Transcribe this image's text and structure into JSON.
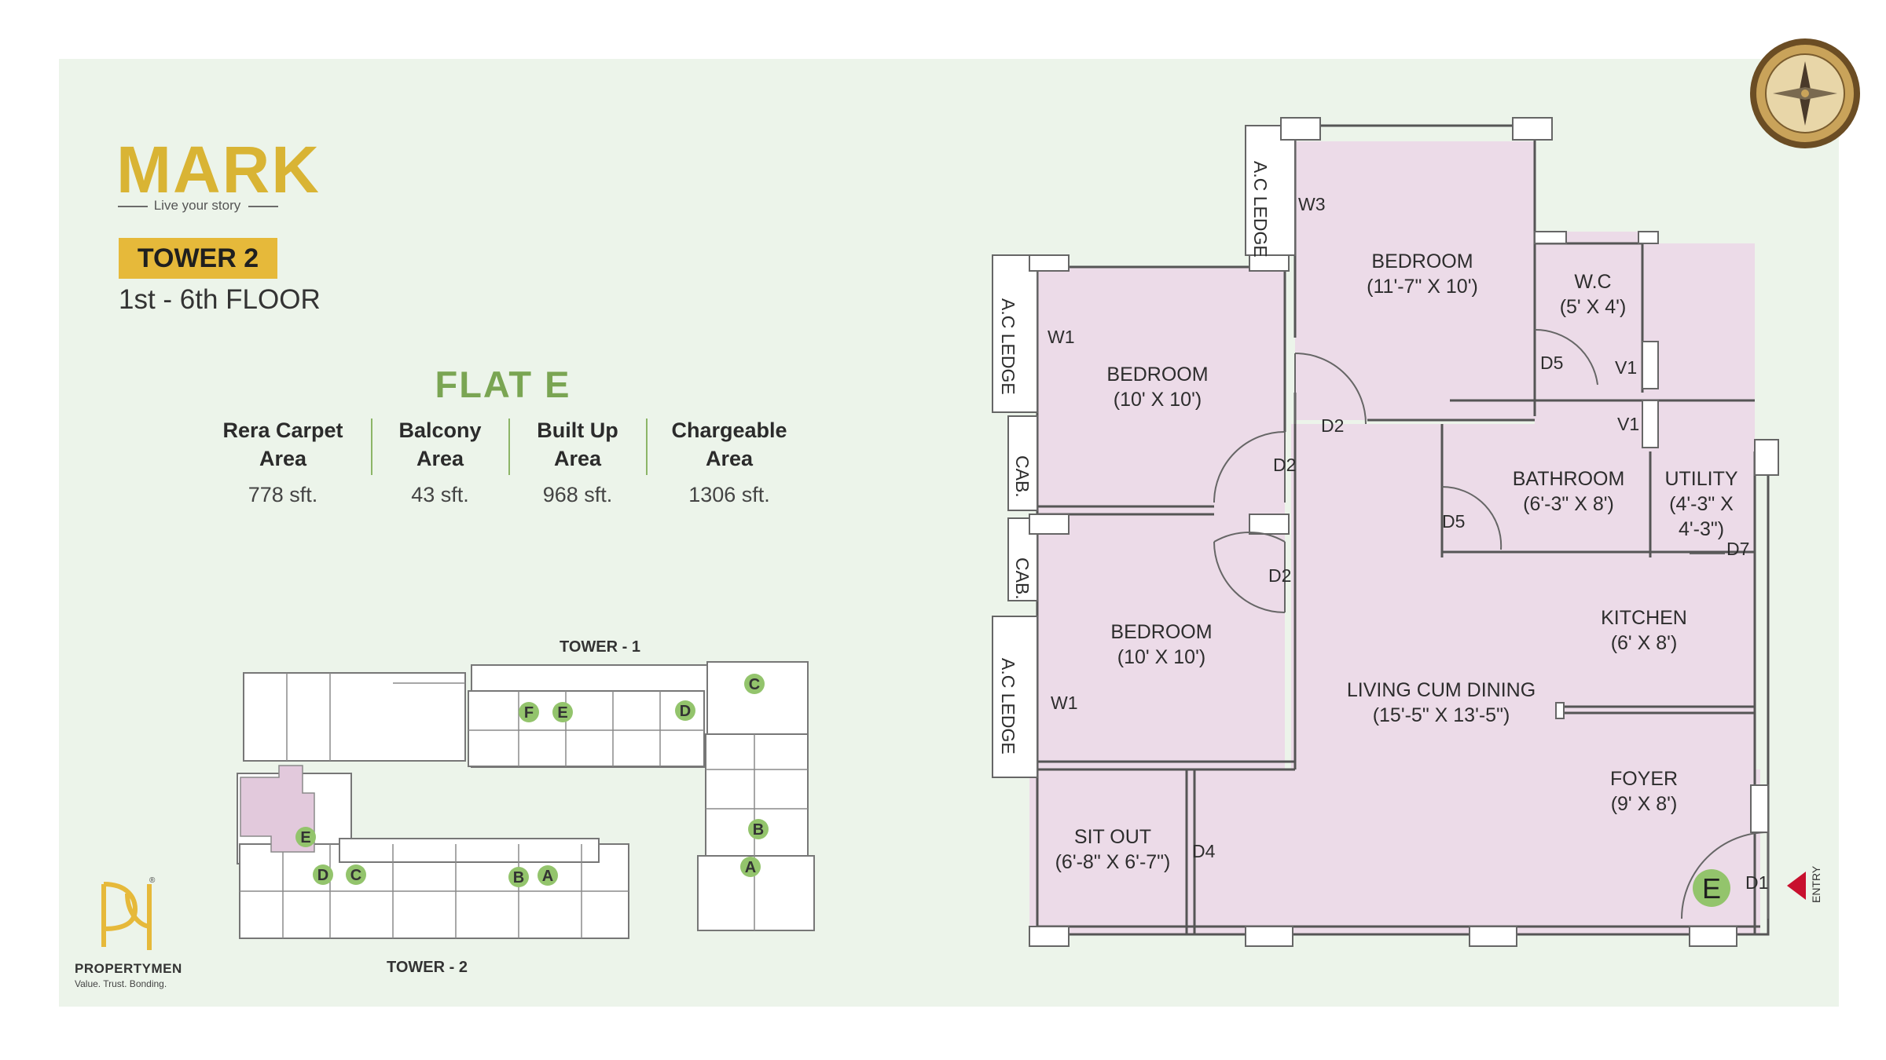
{
  "brand": {
    "logo_text": "MARK",
    "tagline": "Live your story",
    "tower": "TOWER 2",
    "floors": "1st - 6th FLOOR"
  },
  "flat": {
    "title": "FLAT E",
    "areas": [
      {
        "label": "Rera Carpet Area",
        "value": "778 sft."
      },
      {
        "label": "Balcony Area",
        "value": "43 sft."
      },
      {
        "label": "Built Up Area",
        "value": "968 sft."
      },
      {
        "label": "Chargeable Area",
        "value": "1306 sft."
      }
    ]
  },
  "key_plan": {
    "tower1_label": "TOWER - 1",
    "tower2_label": "TOWER - 2",
    "markers": [
      "C",
      "F",
      "E",
      "D",
      "B",
      "A",
      "E",
      "D",
      "C",
      "B",
      "A"
    ]
  },
  "floor_plan": {
    "rooms": [
      {
        "name": "BEDROOM",
        "size": "(11'-7\" X 10')"
      },
      {
        "name": "W.C",
        "size": "(5' X 4')"
      },
      {
        "name": "BEDROOM",
        "size": "(10' X 10')"
      },
      {
        "name": "BATHROOM",
        "size": "(6'-3\" X 8')"
      },
      {
        "name": "UTILITY",
        "size": "(4'-3\" X",
        "size2": "4'-3\")"
      },
      {
        "name": "BEDROOM",
        "size": "(10' X 10')"
      },
      {
        "name": "KITCHEN",
        "size": "(6' X 8')"
      },
      {
        "name": "LIVING CUM DINING",
        "size": "(15'-5\" X 13'-5\")"
      },
      {
        "name": "FOYER",
        "size": "(9' X 8')"
      },
      {
        "name": "SIT OUT",
        "size": "(6'-8\" X 6'-7\")"
      }
    ],
    "ledges": [
      "A.C LEDGE",
      "A.C LEDGE",
      "A.C LEDGE"
    ],
    "cabinets": [
      "CAB.",
      "CAB."
    ],
    "markers": {
      "w3": "W3",
      "w1_top": "W1",
      "w1_bottom": "W1",
      "d2_a": "D2",
      "d2_b": "D2",
      "d2_c": "D2",
      "d5_a": "D5",
      "d5_b": "D5",
      "v1_a": "V1",
      "v1_b": "V1",
      "d7": "D7",
      "d4": "D4",
      "d1": "D1"
    },
    "flat_badge": "E",
    "entry": "ENTRY"
  },
  "developer": {
    "name": "PROPERTYMEN",
    "tagline": "Value. Trust. Bonding.",
    "registered_mark": "®"
  },
  "colors": {
    "panel_bg": "#ecf4ea",
    "room_fill": "#ecdbe8",
    "accent_gold": "#e6b93a",
    "accent_green": "#7aa553",
    "marker_green": "#93c46c",
    "entry_red": "#c8102e"
  }
}
